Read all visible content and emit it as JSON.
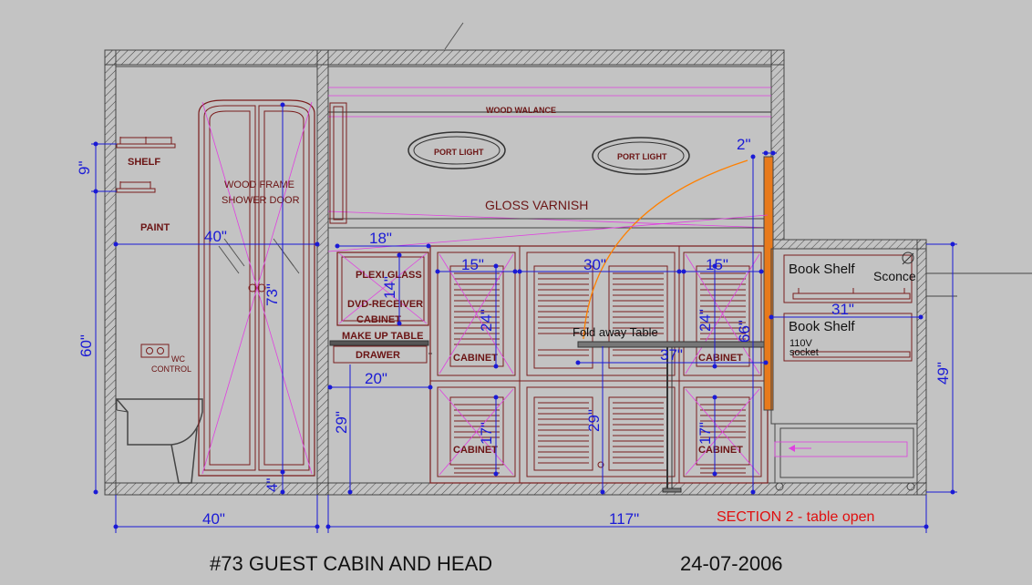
{
  "drawing": {
    "title": "#73  GUEST CABIN AND HEAD",
    "date": "24-07-2006",
    "section": "SECTION 2 - table open"
  },
  "labels": {
    "shelf": "SHELF",
    "paint": "PAINT",
    "wood_frame": "WOOD FRAME",
    "shower_door": "SHOWER DOOR",
    "wc_control_1": "WC",
    "wc_control_2": "CONTROL",
    "wood_walance": "WOOD WALANCE",
    "port_light_1": "PORT LIGHT",
    "port_light_2": "PORT LIGHT",
    "gloss_varnish": "GLOSS  VARNISH",
    "plexi_glass": "PLEXI GLASS",
    "dvd_receiver": "DVD-RECEIVER",
    "cabinet_top": "CABINET",
    "make_up_table": "MAKE UP TABLE",
    "drawer": "DRAWER",
    "cabinet_1": "CABINET",
    "cabinet_2": "CABINET",
    "cabinet_3": "CABINET",
    "cabinet_4": "CABINET",
    "fold_away_table": "Fold away Table",
    "book_shelf_1": "Book Shelf",
    "book_shelf_2": "Book Shelf",
    "sconce": "Sconce",
    "socket_1": "110V",
    "socket_2": "socket"
  },
  "dimensions": {
    "d_9": "9\"",
    "d_60": "60\"",
    "d_40_top": "40\"",
    "d_73": "73\"",
    "d_4": "4\"",
    "d_40_bottom": "40\"",
    "d_117": "117\"",
    "d_18": "18\"",
    "d_14": "14\"",
    "d_20": "20\"",
    "d_29_left": "29\"",
    "d_15_left": "15\"",
    "d_24_left": "24\"",
    "d_17_left": "17\"",
    "d_30": "30\"",
    "d_29_mid": "29\"",
    "d_37": "37\"",
    "d_15_right": "15\"",
    "d_24_right": "24\"",
    "d_17_right": "17\"",
    "d_66": "66\"",
    "d_2": "2\"",
    "d_31": "31\"",
    "d_49": "49\""
  },
  "colors": {
    "background": "#c3c3c3",
    "wall": "#555555",
    "cabinetry": "#7a1c1c",
    "dimension": "#1a1ad6",
    "hidden_line": "#e040e0",
    "arc": "#ff8000",
    "section_text": "#e01010"
  }
}
